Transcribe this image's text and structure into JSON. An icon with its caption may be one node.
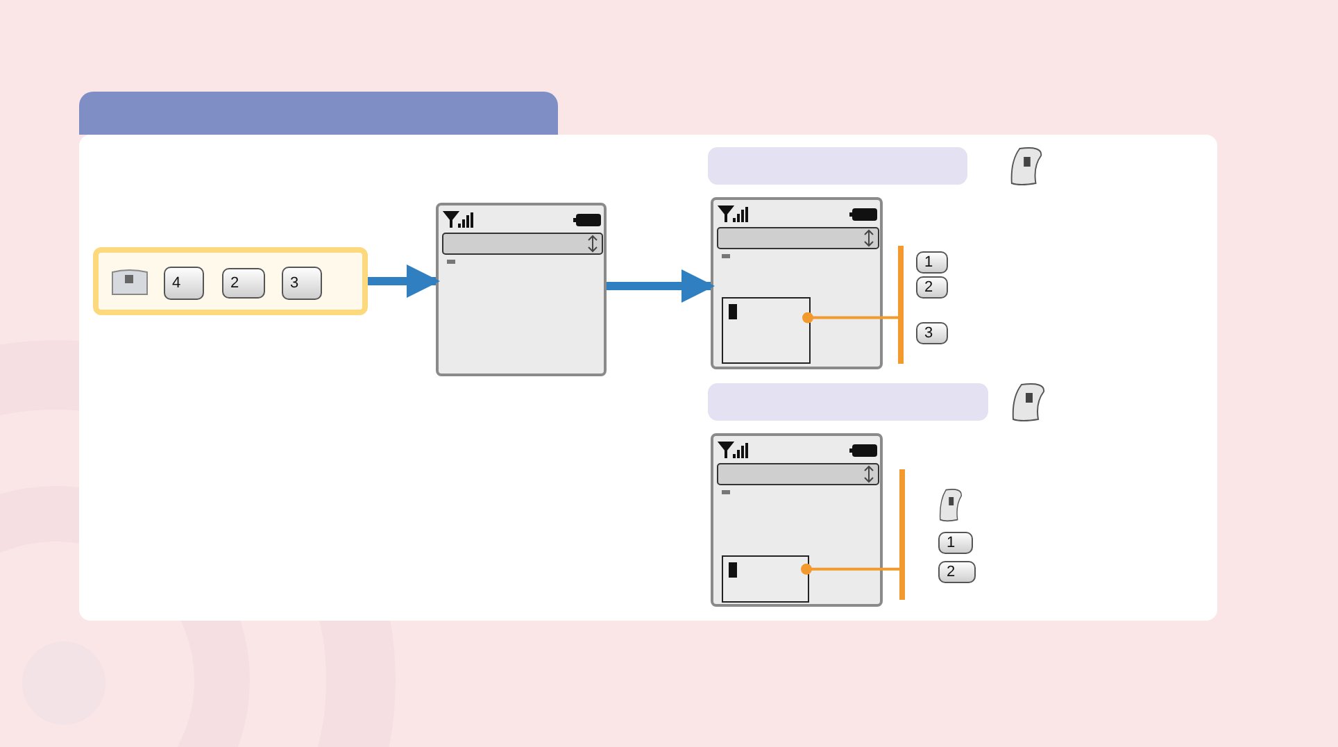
{
  "diagram": {
    "nodes": [
      {
        "text": [],
        "shape": "box"
      },
      {
        "text": [],
        "shape": "box"
      },
      {
        "text": [],
        "shape": "box",
        "in": 1
      },
      {
        "text": [],
        "shape": "picture",
        "in": 2
      },
      {
        "text": [
          "4"
        ],
        "in": 2
      },
      {
        "text": [
          "2"
        ],
        "in": 2
      },
      {
        "text": [
          "3"
        ],
        "in": 2
      },
      {
        "text": [],
        "shape": "picture",
        "in": 1
      },
      {
        "text": [],
        "shape": "box",
        "in": 1
      },
      {
        "text": [],
        "shape": "picture",
        "in": 1
      },
      {
        "text": [],
        "shape": "picture",
        "in": 1
      },
      {
        "text": [],
        "shape": "box",
        "in": 10
      },
      {
        "text": [],
        "shape": "bar",
        "in": 1
      },
      {
        "text": [
          "1"
        ],
        "in": 1
      },
      {
        "text": [
          "2"
        ],
        "in": 1
      },
      {
        "text": [
          "3"
        ],
        "in": 1
      },
      {
        "text": [],
        "shape": "box",
        "in": 1
      },
      {
        "text": [],
        "shape": "picture",
        "in": 1
      },
      {
        "text": [],
        "shape": "picture",
        "in": 1
      },
      {
        "text": [],
        "shape": "box",
        "in": 18
      },
      {
        "text": [],
        "shape": "bar",
        "in": 1
      },
      {
        "text": [],
        "shape": "picture",
        "in": 1
      },
      {
        "text": [
          "1"
        ],
        "in": 1
      },
      {
        "text": [
          "2"
        ],
        "in": 1
      }
    ],
    "edges": [
      {
        "from": 2,
        "to": 7,
        "arrow": "to",
        "style": "thick"
      },
      {
        "from": 7,
        "to": 10,
        "arrow": "to",
        "style": "thick"
      },
      {
        "from": 11,
        "to": 12,
        "arrow": "other",
        "color": "#f29a2e"
      },
      {
        "from": 19,
        "to": 20,
        "arrow": "other",
        "color": "#f29a2e"
      }
    ]
  }
}
